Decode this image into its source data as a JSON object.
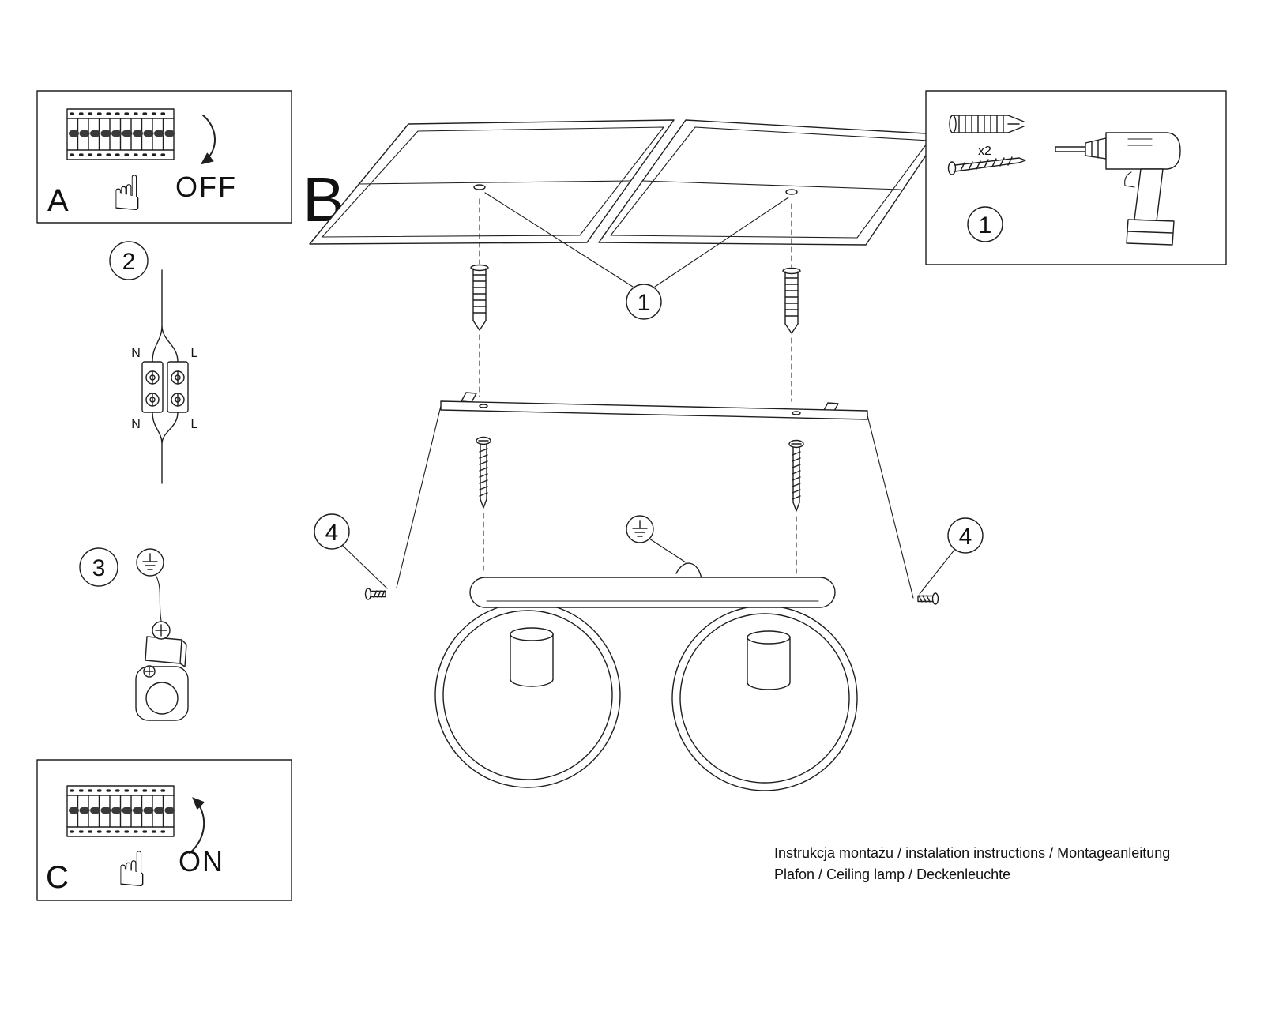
{
  "panel_a": {
    "label": "A",
    "action": "OFF"
  },
  "panel_c": {
    "label": "C",
    "action": "ON"
  },
  "section_b": {
    "label": "B"
  },
  "callouts": {
    "one": "1",
    "two": "2",
    "three": "3",
    "four": "4"
  },
  "hardware": {
    "anchor_qty": "x2"
  },
  "wiring": {
    "n": "N",
    "l": "L"
  },
  "icons": {
    "hand": "☝"
  },
  "footer": {
    "line1": "Instrukcja montażu / instalation instructions / Montageanleitung",
    "line2": "Plafon / Ceiling lamp / Deckenleuchte"
  }
}
